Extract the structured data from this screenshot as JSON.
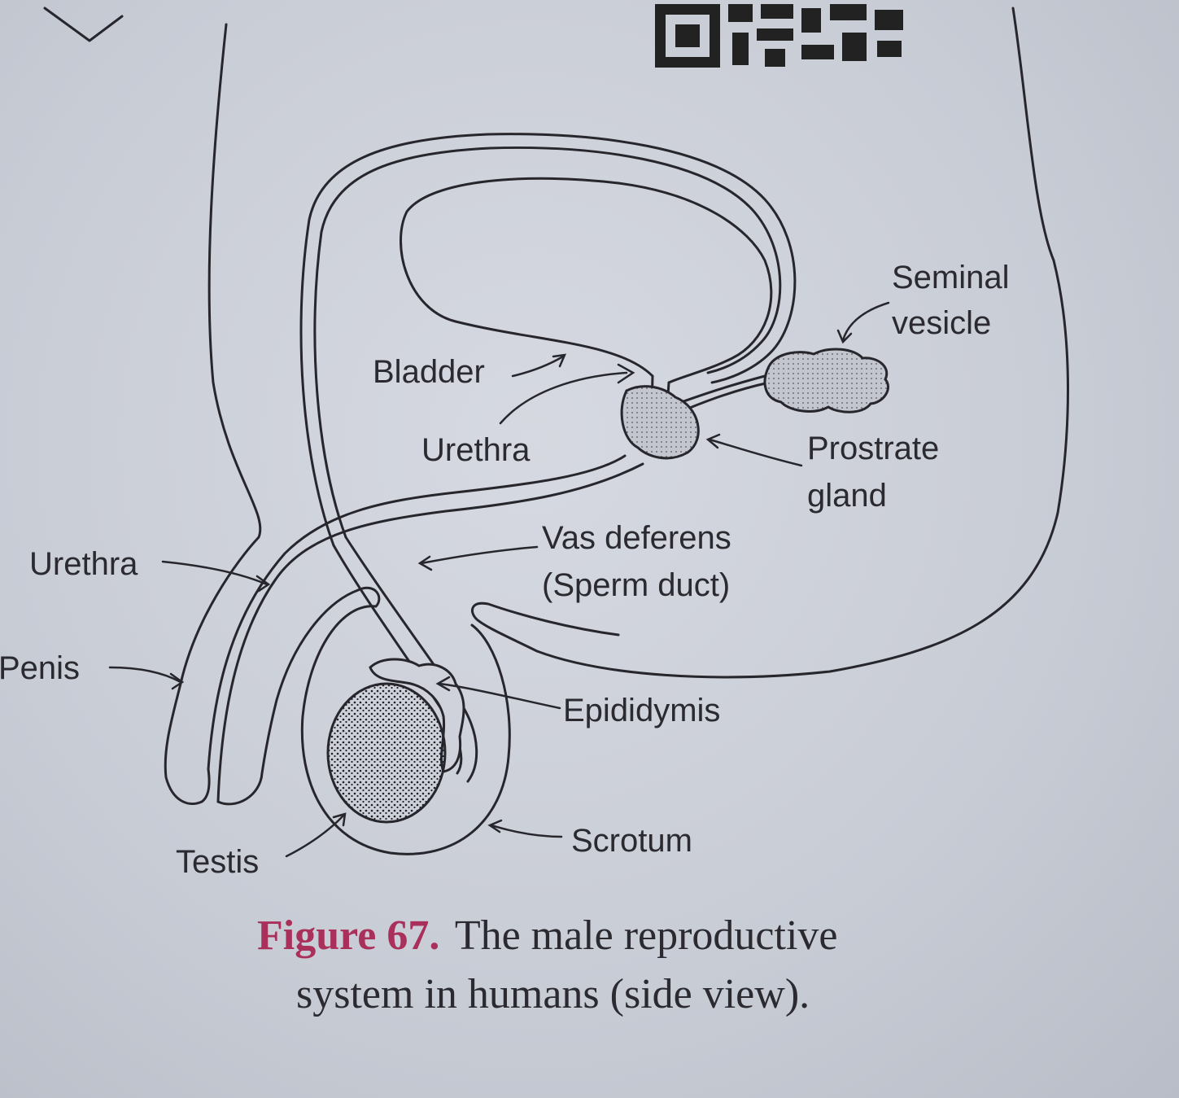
{
  "labels": {
    "bladder": "Bladder",
    "urethra_upper": "Urethra",
    "seminal_1": "Seminal",
    "seminal_2": "vesicle",
    "prostate_1": "Prostrate",
    "prostate_2": "gland",
    "vas_1": "Vas deferens",
    "vas_2": "(Sperm duct)",
    "urethra_lower": "Urethra",
    "penis": "Penis",
    "epididymis": "Epididymis",
    "scrotum": "Scrotum",
    "testis": "Testis"
  },
  "caption": {
    "figure": "Figure 67.",
    "line1": "The male reproductive",
    "line2": "system in humans (side view)."
  },
  "colors": {
    "ink": "#26262c",
    "figure_accent": "#a8305a",
    "gland_fill": "#b9bcc4"
  }
}
